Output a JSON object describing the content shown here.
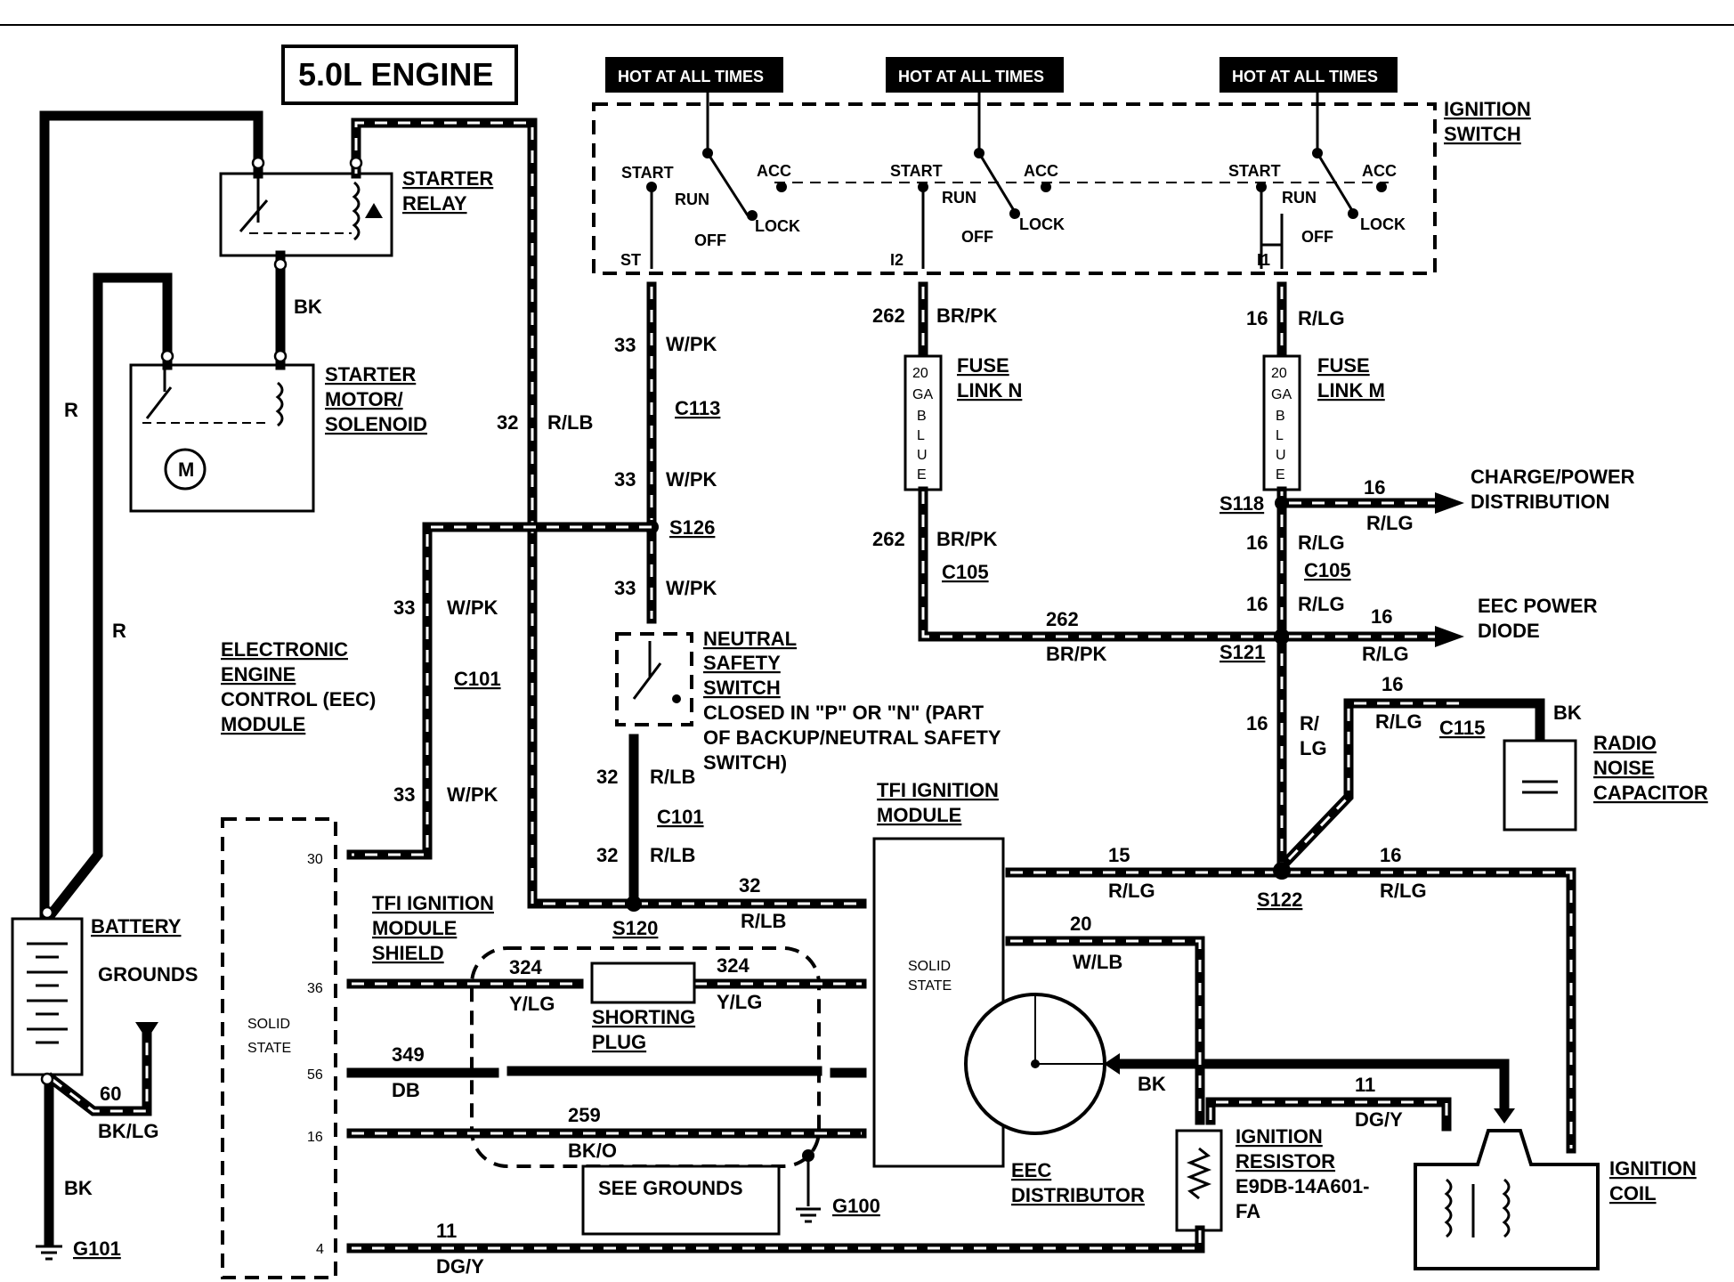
{
  "title": "5.0L ENGINE",
  "hot_label": "HOT AT ALL TIMES",
  "ignition_switch": {
    "title_line1": "IGNITION",
    "title_line2": "SWITCH",
    "positions": [
      "START",
      "ACC",
      "RUN",
      "OFF",
      "LOCK"
    ],
    "terminals": [
      "ST",
      "I2",
      "I1"
    ]
  },
  "starter_relay": {
    "line1": "STARTER",
    "line2": "RELAY"
  },
  "starter_motor": {
    "line1": "STARTER",
    "line2": "MOTOR/",
    "line3": "SOLENOID",
    "motor_symbol": "M"
  },
  "eec_module": {
    "line1": "ELECTRONIC",
    "line2": "ENGINE",
    "line3": "CONTROL (EEC)",
    "line4": "MODULE",
    "inner1": "SOLID",
    "inner2": "STATE",
    "pins": [
      "30",
      "36",
      "56",
      "16",
      "4"
    ]
  },
  "fuse_links": [
    {
      "name_line1": "FUSE",
      "name_line2": "LINK N",
      "spec": [
        "20",
        "GA",
        "B",
        "L",
        "U",
        "E"
      ]
    },
    {
      "name_line1": "FUSE",
      "name_line2": "LINK M",
      "spec": [
        "20",
        "GA",
        "B",
        "L",
        "U",
        "E"
      ]
    }
  ],
  "neutral_switch": {
    "line1": "NEUTRAL",
    "line2": "SAFETY",
    "line3": "SWITCH",
    "note1": "CLOSED IN \"P\" OR \"N\" (PART",
    "note2": "OF BACKUP/NEUTRAL SAFETY",
    "note3": "SWITCH)"
  },
  "tfi_module": {
    "line1": "TFI IGNITION",
    "line2": "MODULE",
    "inner1": "SOLID",
    "inner2": "STATE"
  },
  "tfi_shield": {
    "line1": "TFI IGNITION",
    "line2": "MODULE",
    "line3": "SHIELD"
  },
  "shorting_plug": {
    "line1": "SHORTING",
    "line2": "PLUG"
  },
  "see_grounds": "SEE GROUNDS",
  "battery": "BATTERY",
  "grounds": "GROUNDS",
  "radio_capacitor": {
    "line1": "RADIO",
    "line2": "NOISE",
    "line3": "CAPACITOR"
  },
  "ignition_resistor": {
    "line1": "IGNITION",
    "line2": "RESISTOR",
    "line3": "E9DB-14A601-",
    "line4": "FA"
  },
  "ignition_coil": {
    "line1": "IGNITION",
    "line2": "COIL"
  },
  "distributor": {
    "line1": "EEC",
    "line2": "DISTRIBUTOR"
  },
  "outputs": {
    "charge1": "CHARGE/POWER",
    "charge2": "DISTRIBUTION",
    "eec1": "EEC POWER",
    "eec2": "DIODE"
  },
  "connectors": [
    "C113",
    "S126",
    "C101",
    "C105",
    "S118",
    "S121",
    "C115",
    "S120",
    "S122",
    "G100",
    "G101"
  ],
  "wires": {
    "bk": "BK",
    "r": "R",
    "n32": "32",
    "rlb": "R/LB",
    "n33": "33",
    "wpk": "W/PK",
    "n262": "262",
    "brpk": "BR/PK",
    "n16": "16",
    "rlg": "R/LG",
    "r_slash": "R/",
    "lg": "LG",
    "n20": "20",
    "wlb": "W/LB",
    "n11": "11",
    "dgy": "DG/Y",
    "n324": "324",
    "ylg": "Y/LG",
    "n349": "349",
    "db": "DB",
    "n259": "259",
    "bko": "BK/O",
    "n60": "60",
    "bklg": "BK/LG",
    "n15": "15"
  }
}
